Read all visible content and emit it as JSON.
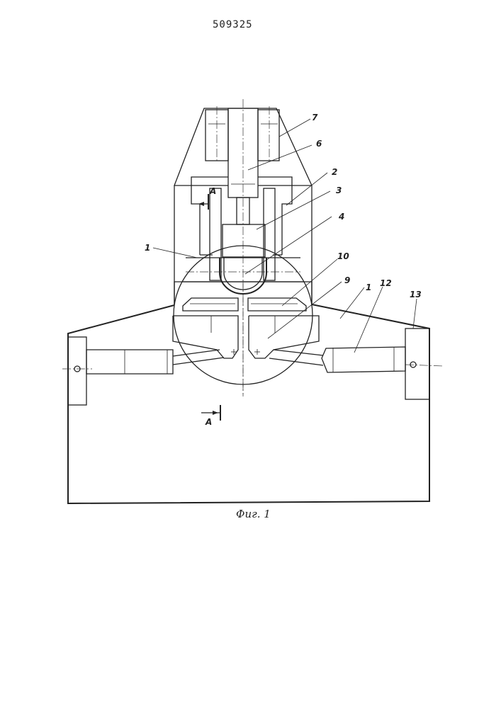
{
  "header": {
    "patent_number": "509325"
  },
  "figure": {
    "caption": "Фиг. 1",
    "section_mark": "А",
    "labels": {
      "l7": "7",
      "l6": "6",
      "l2": "2",
      "l3": "3",
      "l4": "4",
      "l1_left": "1",
      "l10": "10",
      "l9": "9",
      "l1_right": "1",
      "l12": "12",
      "l13": "13"
    }
  }
}
